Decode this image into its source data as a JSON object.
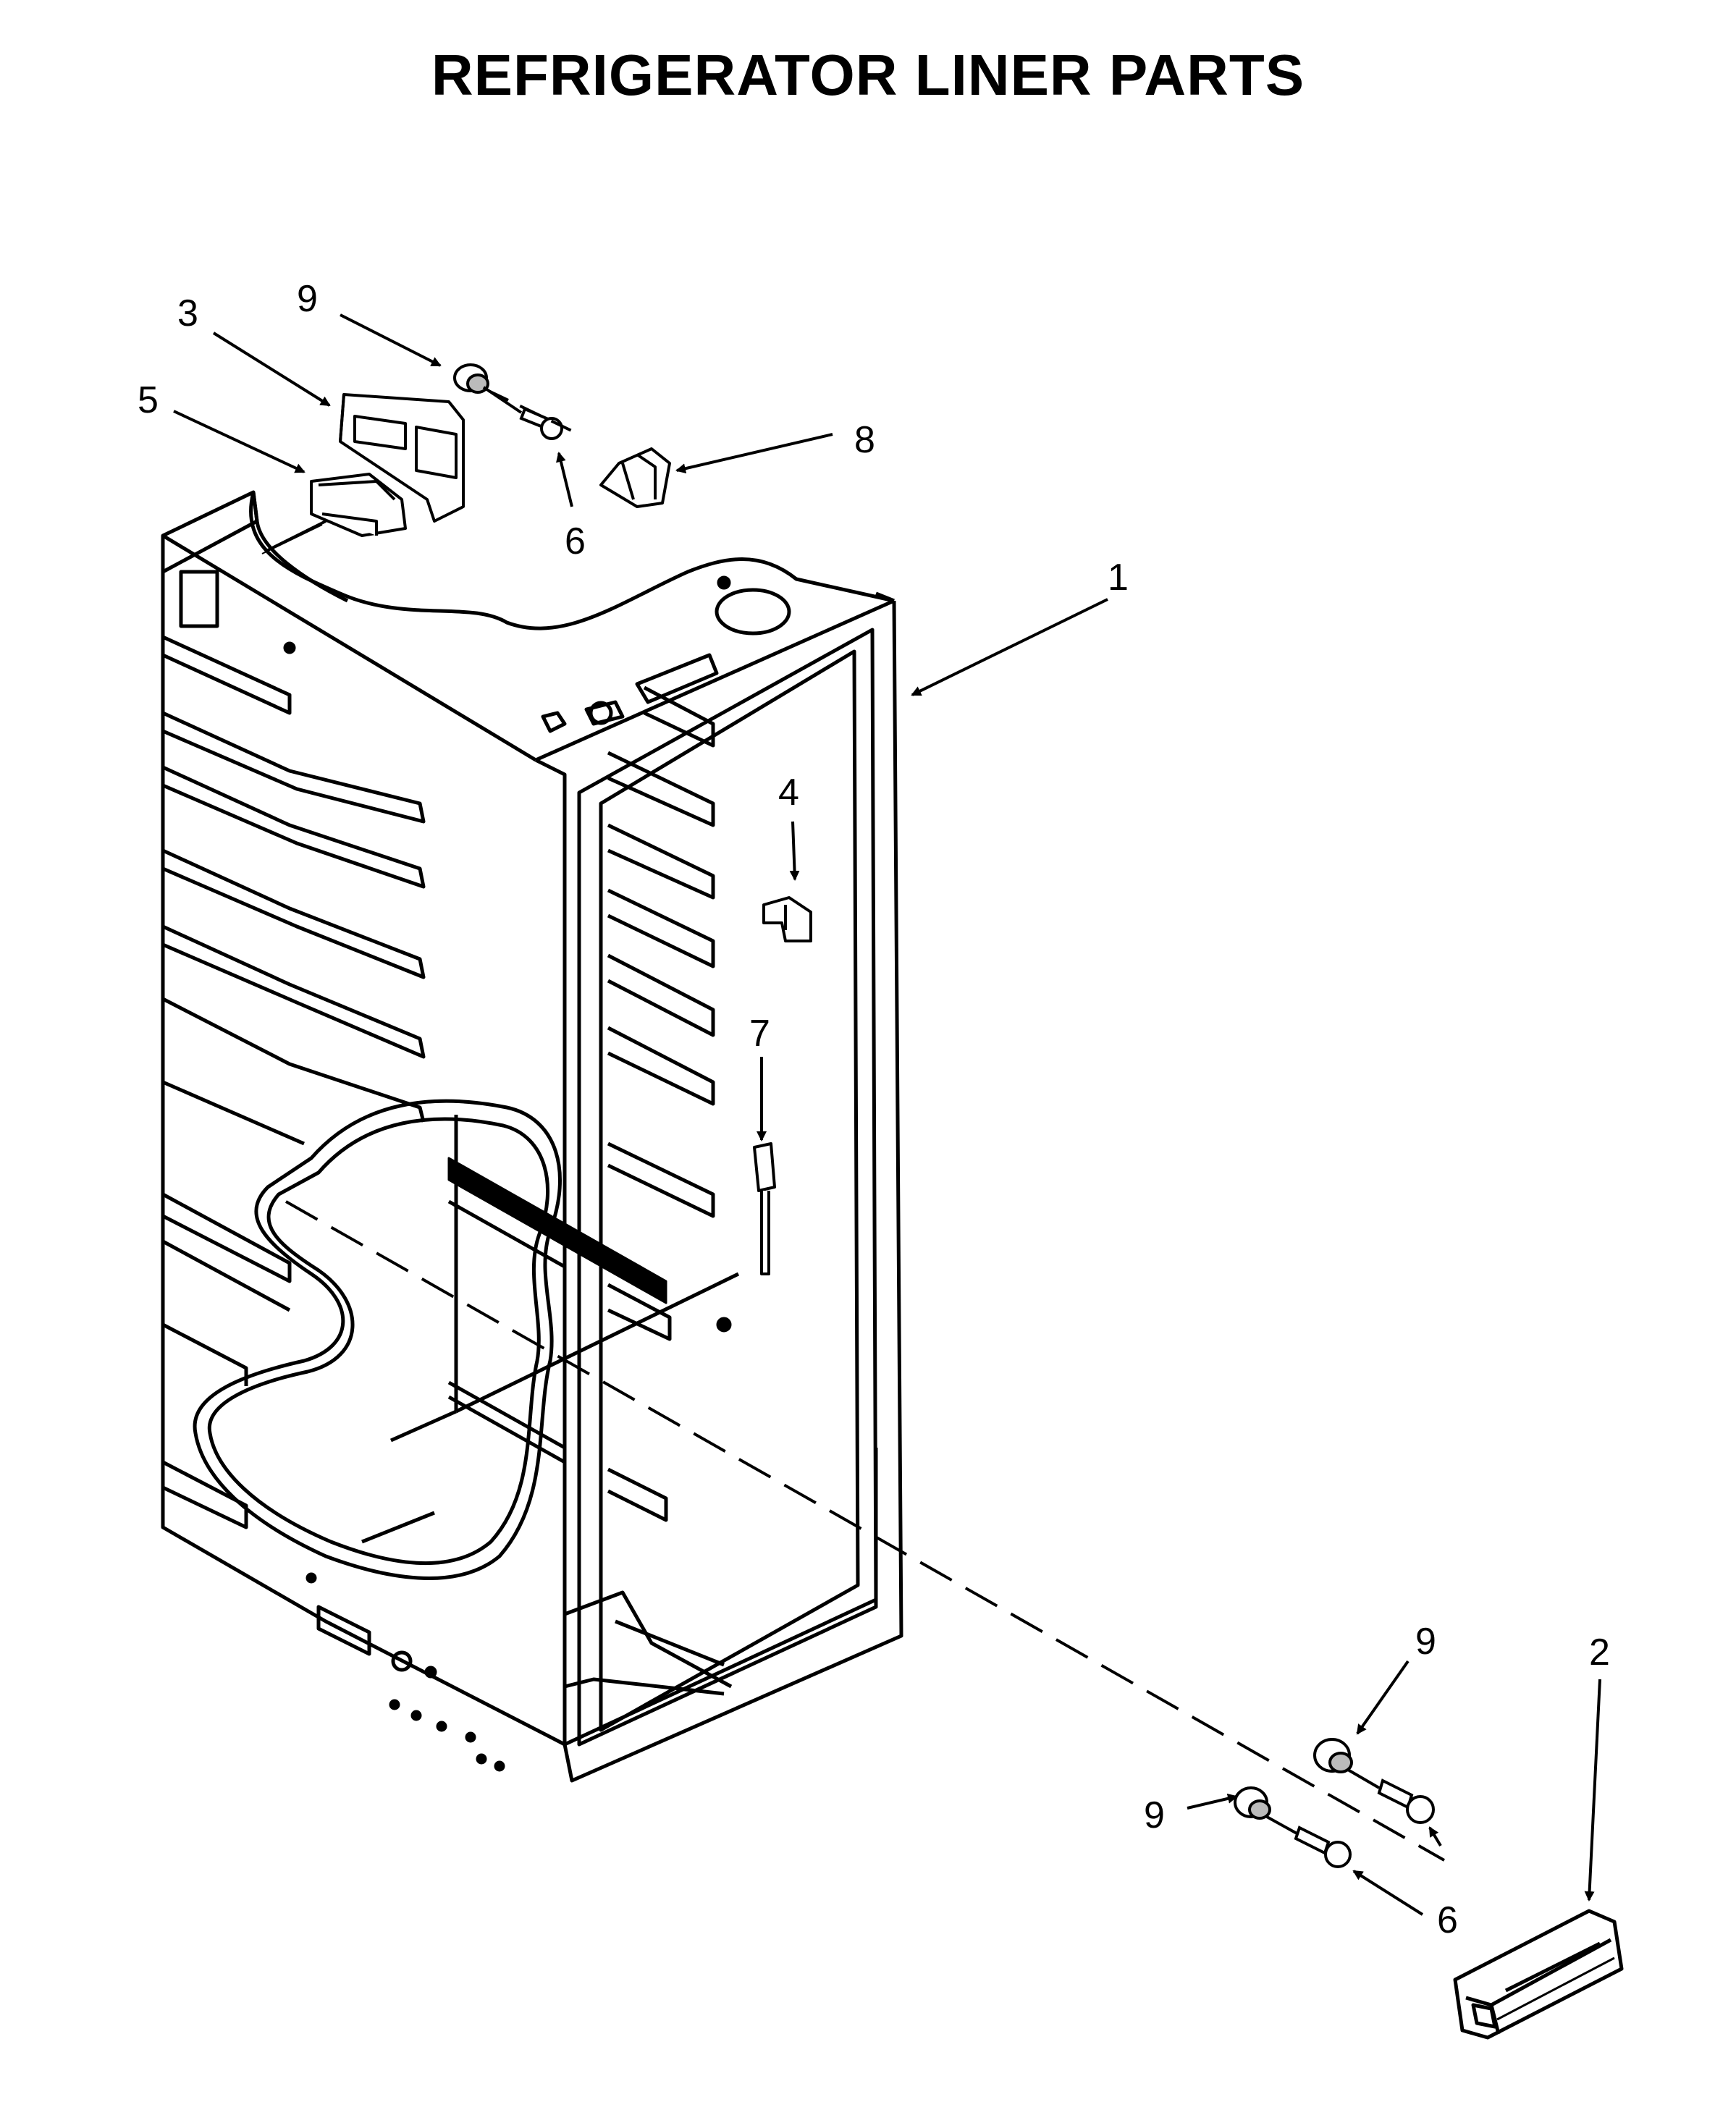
{
  "title": "REFRIGERATOR LINER PARTS",
  "callouts": [
    {
      "id": "c1",
      "label": "1",
      "part": "liner"
    },
    {
      "id": "c2",
      "label": "2",
      "part": "bottom-cover"
    },
    {
      "id": "c3",
      "label": "3",
      "part": "control-housing"
    },
    {
      "id": "c4",
      "label": "4",
      "part": "switch"
    },
    {
      "id": "c5",
      "label": "5",
      "part": "light-socket-connector"
    },
    {
      "id": "c6a",
      "label": "6",
      "part": "screw-top"
    },
    {
      "id": "c6b",
      "label": "6",
      "part": "screw-bottom"
    },
    {
      "id": "c7",
      "label": "7",
      "part": "thermistor"
    },
    {
      "id": "c8",
      "label": "8",
      "part": "cover"
    },
    {
      "id": "c9a",
      "label": "9",
      "part": "plug-top"
    },
    {
      "id": "c9b",
      "label": "9",
      "part": "plug-bottom-right"
    },
    {
      "id": "c9c",
      "label": "9",
      "part": "plug-bottom-left"
    }
  ]
}
